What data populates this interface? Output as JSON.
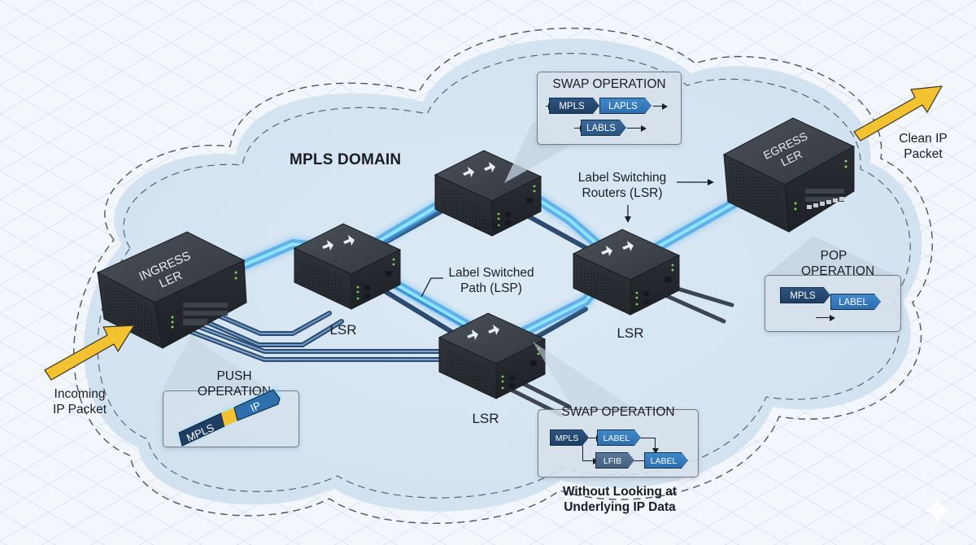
{
  "diagram": {
    "domain_label": "MPLS DOMAIN",
    "nodes": {
      "ingress": {
        "label": "INGRESS\nLER",
        "line1": "INGRESS",
        "line2": "LER"
      },
      "egress": {
        "label": "EGRESS\nLER",
        "line1": "EGRESS",
        "line2": "LER"
      },
      "lsr_top": {
        "label": "LSR"
      },
      "lsr_left": {
        "label": "LSR"
      },
      "lsr_right": {
        "label": "LSR"
      },
      "lsr_bottom": {
        "label": "LSR"
      }
    },
    "annotations": {
      "incoming": {
        "line1": "Incoming",
        "line2": "IP Packet"
      },
      "clean": {
        "line1": "Clean IP",
        "line2": "Packet"
      },
      "lsr_note": {
        "line1": "Label Switching",
        "line2": "Routers (LSR)"
      },
      "lsp_note": {
        "line1": "Label Switched",
        "line2": "Path (LSP)"
      },
      "footer": {
        "line1": "Without Looking at",
        "line2": "Underlying IP Data"
      }
    },
    "operations": {
      "push": {
        "title_line1": "PUSH",
        "title_line2": "OPERATION",
        "tags": [
          "MPLS",
          "IP"
        ]
      },
      "swap_top": {
        "title": "SWAP OPERATION",
        "tags": [
          "MPLS",
          "LAPLS",
          "LABLS"
        ]
      },
      "pop": {
        "title_line1": "POP",
        "title_line2": "OPERATION",
        "tags": [
          "MPLS",
          "LABEL"
        ]
      },
      "swap_bottom": {
        "title": "SWAP OPERATION",
        "tags": [
          "MPLS",
          "LABEL",
          "LFIB",
          "LABEL"
        ]
      }
    },
    "colors": {
      "lsp_glow": "#33b6ff",
      "cloud_fill": "#d6e6f3",
      "device_body": "#3a3f46",
      "packet_arrow": "#f2c230",
      "label_dark": "#1f3e63",
      "label_light": "#2e6fae"
    }
  }
}
